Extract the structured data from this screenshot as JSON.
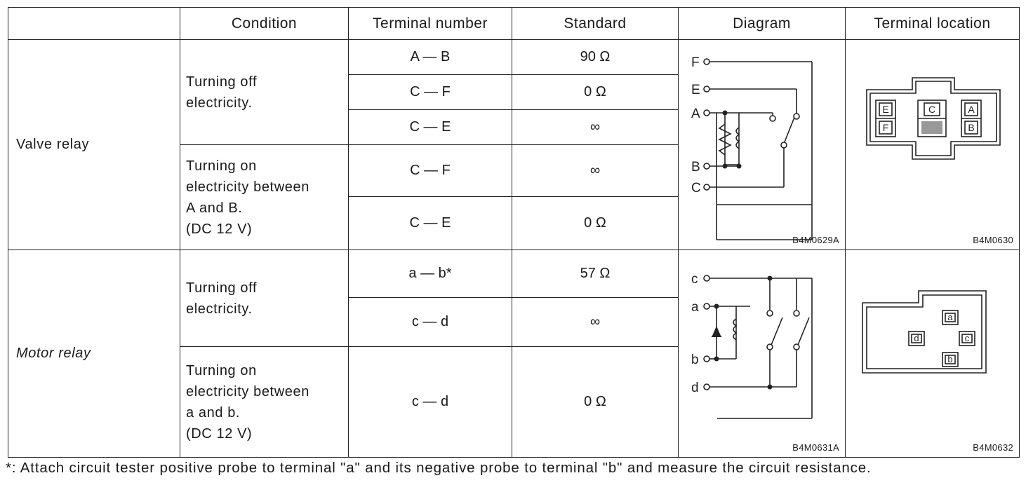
{
  "headers": {
    "condition": "Condition",
    "terminal_number": "Terminal number",
    "standard": "Standard",
    "diagram": "Diagram",
    "terminal_location": "Terminal location"
  },
  "valve_relay": {
    "name": "Valve relay",
    "cond_off": [
      "Turning off",
      "electricity."
    ],
    "cond_on": [
      "Turning on",
      "electricity between",
      "A and B.",
      "(DC 12 V)"
    ],
    "rows": [
      {
        "terminal": "A — B",
        "standard": "90 Ω"
      },
      {
        "terminal": "C — F",
        "standard": "0 Ω"
      },
      {
        "terminal": "C — E",
        "standard": "∞"
      },
      {
        "terminal": "C — F",
        "standard": "∞"
      },
      {
        "terminal": "C — E",
        "standard": "0 Ω"
      }
    ],
    "diagram_code": "B4M0629A",
    "location_code": "B4M0630",
    "diagram_labels": [
      "F",
      "E",
      "A",
      "B",
      "C"
    ],
    "location_labels": [
      "E",
      "F",
      "C",
      "A",
      "B"
    ]
  },
  "motor_relay": {
    "name": "Motor relay",
    "cond_off": [
      "Turning off",
      "electricity."
    ],
    "cond_on": [
      "Turning on",
      "electricity between",
      "a and b.",
      "(DC 12 V)"
    ],
    "rows": [
      {
        "terminal": "a — b*",
        "standard": "57 Ω"
      },
      {
        "terminal": "c — d",
        "standard": "∞"
      },
      {
        "terminal": "c — d",
        "standard": "0 Ω"
      }
    ],
    "diagram_code": "B4M0631A",
    "location_code": "B4M0632",
    "diagram_labels": [
      "c",
      "a",
      "b",
      "d"
    ],
    "location_labels": [
      "a",
      "d",
      "c",
      "b"
    ]
  },
  "footnote": "*: Attach circuit tester positive probe to terminal \"a\" and its negative probe to terminal \"b\" and measure the circuit resistance."
}
